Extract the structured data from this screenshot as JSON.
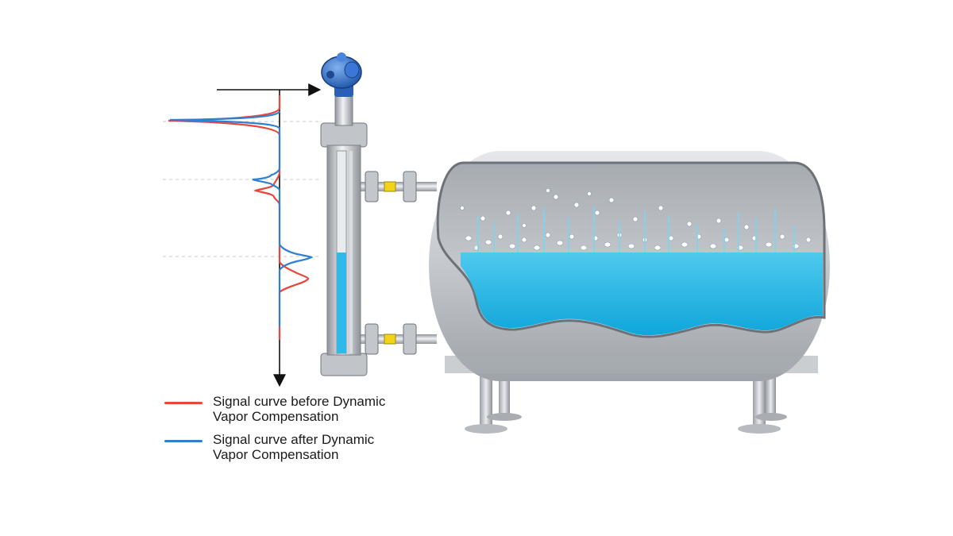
{
  "legend": {
    "before": {
      "line1": "Signal curve before Dynamic",
      "line2": "Vapor Compensation",
      "color": "#e8453c"
    },
    "after": {
      "line1": "Signal curve after Dynamic",
      "line2": "Vapor Compensation",
      "color": "#2f7fd3"
    }
  },
  "colors": {
    "liquid": "#16b2e3",
    "steel": "#c9cdd2",
    "transmitter": "#2d6fd0",
    "valve_accent": "#f2d21a"
  }
}
